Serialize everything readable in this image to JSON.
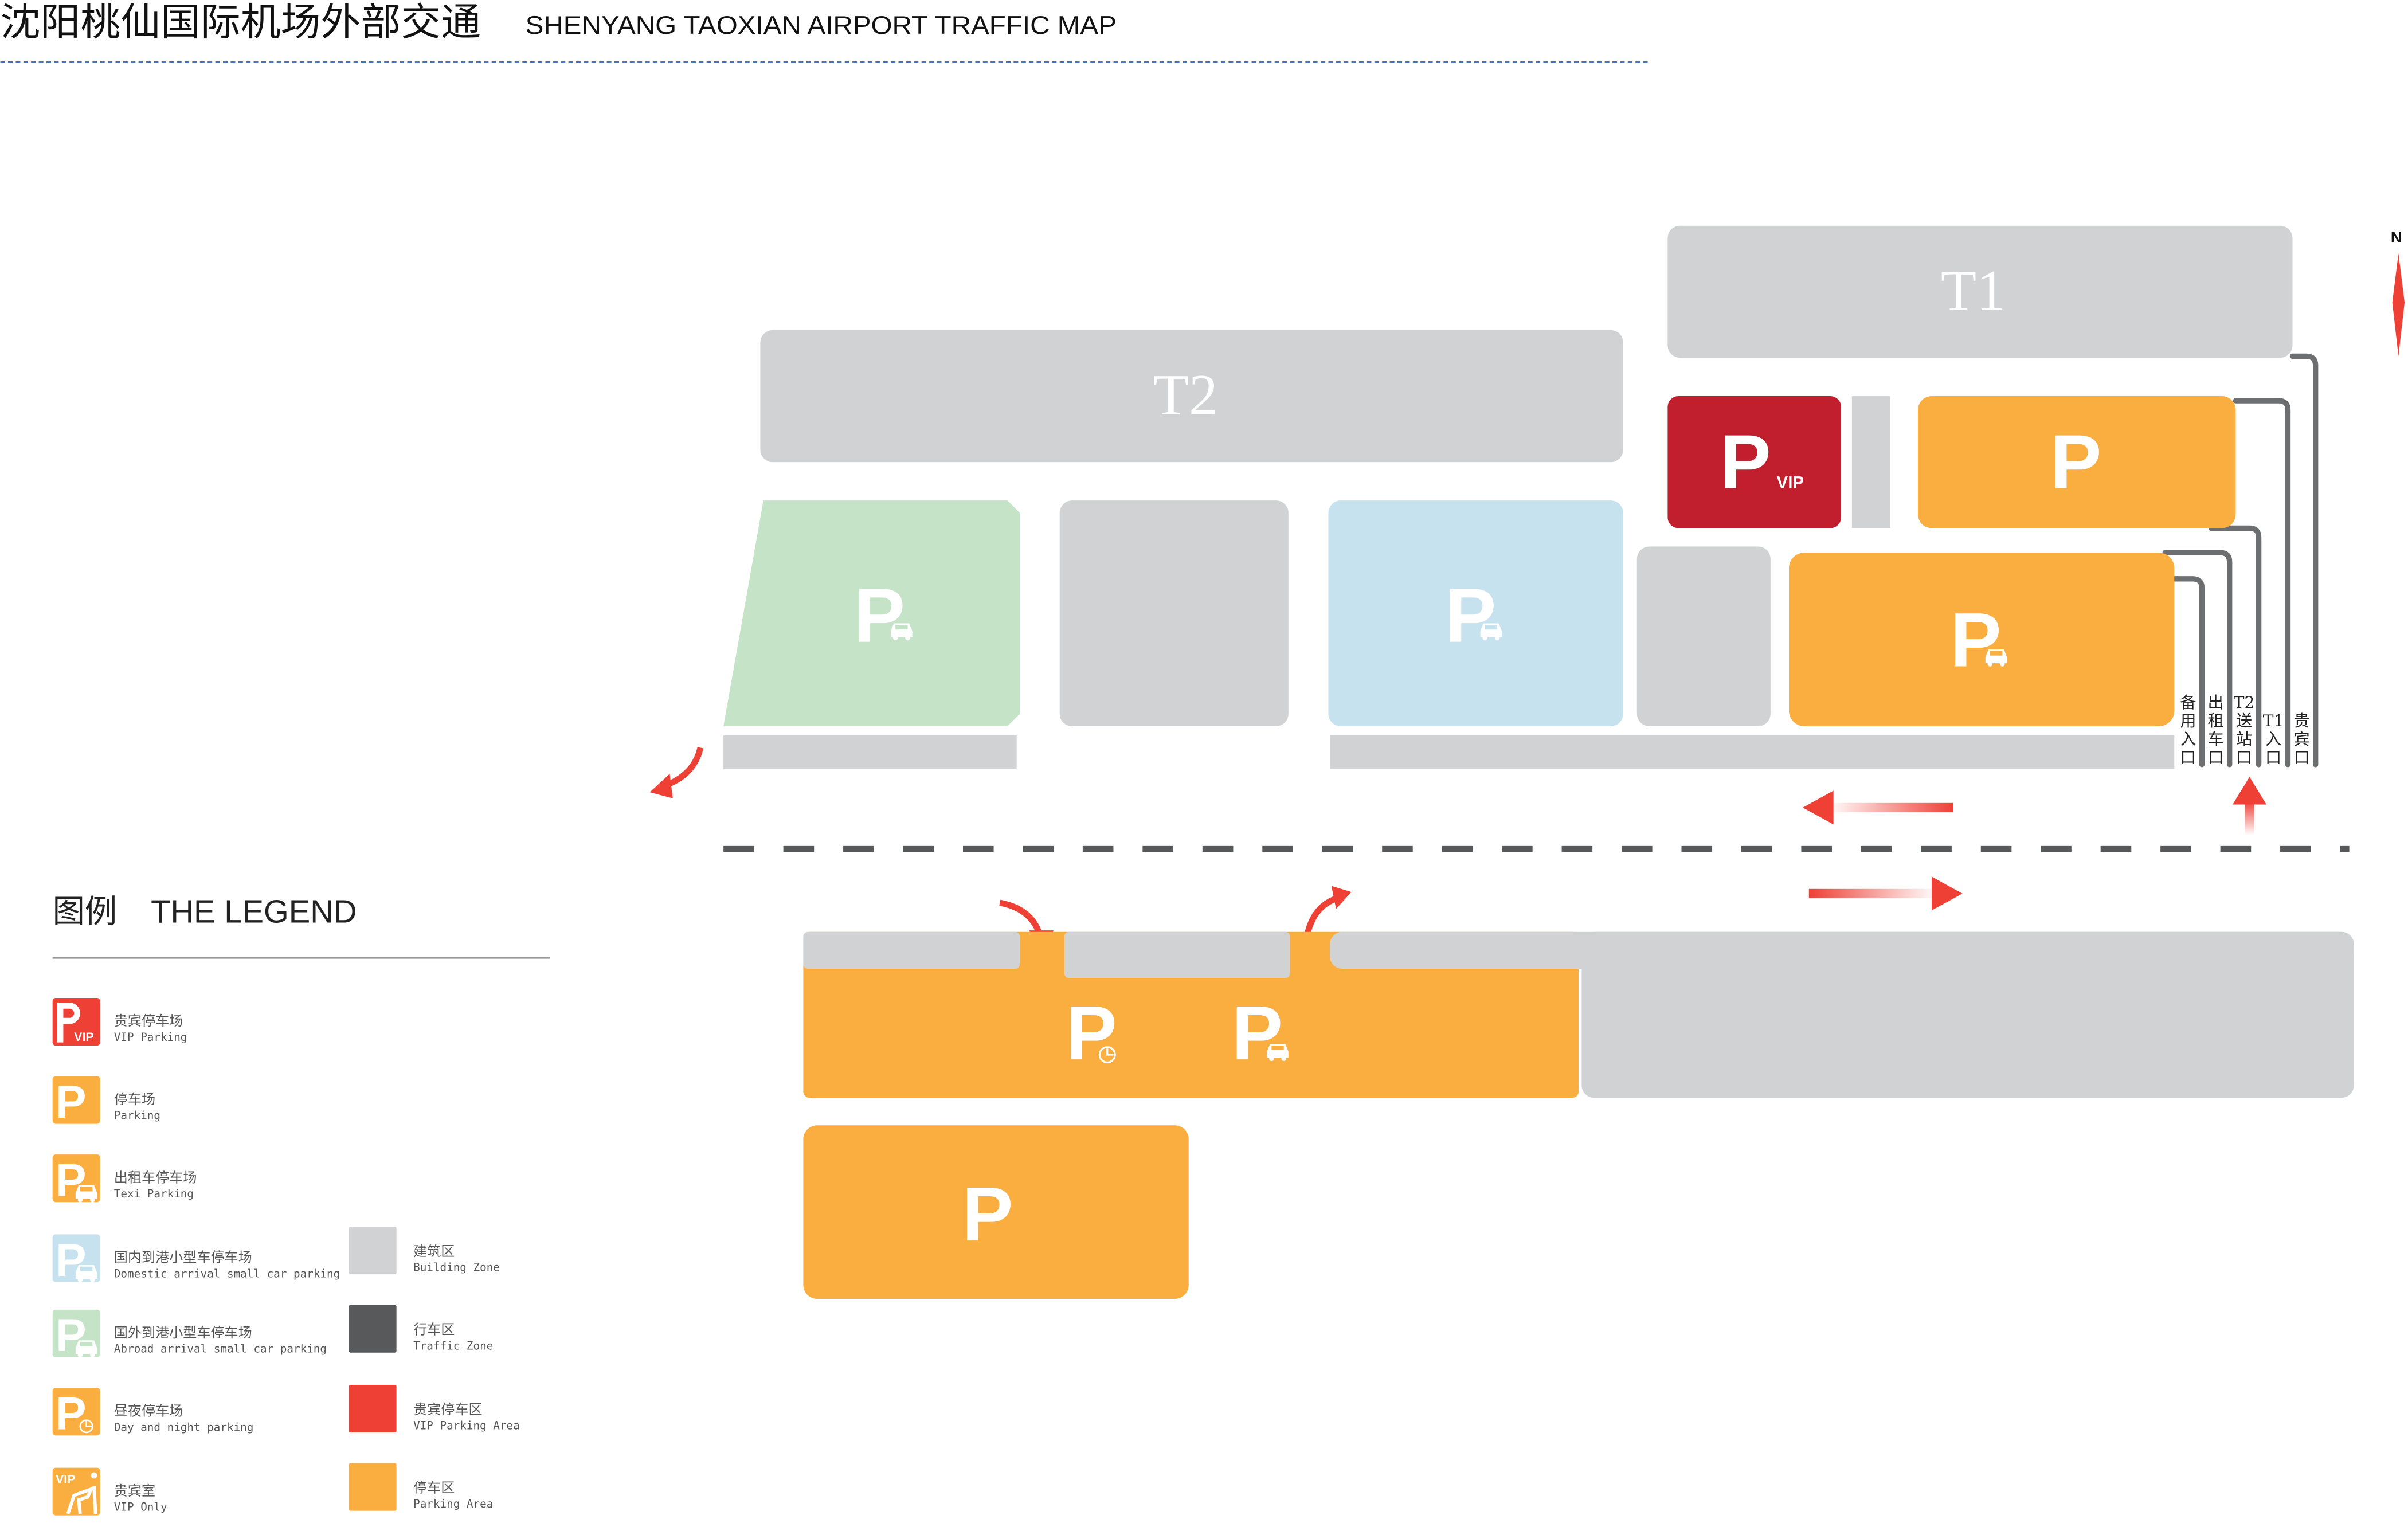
{
  "header": {
    "title_cn": "沈阳桃仙国际机场外部交通",
    "title_en": "SHENYANG  TAOXIAN  AIRPORT  TRAFFIC MAP"
  },
  "compass": {
    "north": "N"
  },
  "colors": {
    "building": "#d1d2d4",
    "traffic": "#58595b",
    "vip": "#c11f2e",
    "vip_legend": "#ef4036",
    "parking": "#f9ae3f",
    "domestic": "#c5e2ee",
    "abroad": "#c4e3c7",
    "arrow": "#ef4036",
    "line": "#6d6e70",
    "divider": "#2f5fb3"
  },
  "map": {
    "terminals": {
      "t1": "T1",
      "t2": "T2"
    },
    "parking_letter": "P",
    "vip_tag": "VIP",
    "entrances": [
      "备用入口",
      "出租车口",
      "T2送站口",
      "T1入口",
      "贵宾口"
    ]
  },
  "legend": {
    "title_cn": "图例",
    "title_en": "THE LEGEND",
    "items": [
      {
        "cn": "贵宾停车场",
        "en": "VIP  Parking",
        "icon": "vip-parking-icon"
      },
      {
        "cn": "停车场",
        "en": "Parking",
        "icon": "parking-icon"
      },
      {
        "cn": "出租车停车场",
        "en": "Texi Parking",
        "icon": "taxi-parking-icon"
      },
      {
        "cn": "国内到港小型车停车场",
        "en": "Domestic arrival small car parking",
        "icon": "domestic-parking-icon"
      },
      {
        "cn": "国外到港小型车停车场",
        "en": "Abroad arrival small car parking",
        "icon": "abroad-parking-icon"
      },
      {
        "cn": "昼夜停车场",
        "en": "Day and night parking",
        "icon": "day-night-parking-icon"
      },
      {
        "cn": "贵宾室",
        "en": "VIP Only",
        "icon": "vip-room-icon"
      }
    ],
    "zones": [
      {
        "cn": "建筑区",
        "en": "Building Zone"
      },
      {
        "cn": "行车区",
        "en": "Traffic Zone"
      },
      {
        "cn": "贵宾停车区",
        "en": "VIP  Parking Area"
      },
      {
        "cn": "停车区",
        "en": "Parking Area"
      }
    ]
  }
}
